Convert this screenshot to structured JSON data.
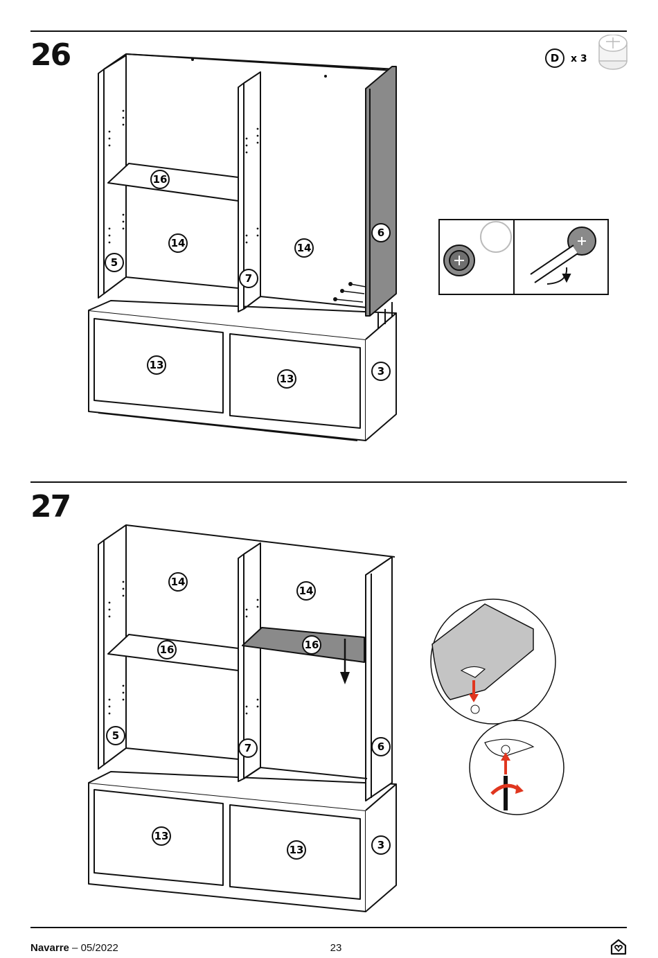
{
  "steps": [
    {
      "number": "26",
      "hardware": {
        "code": "D",
        "quantity": "x 3"
      },
      "part_labels": [
        "16",
        "14",
        "14",
        "5",
        "7",
        "6",
        "13",
        "13",
        "3"
      ]
    },
    {
      "number": "27",
      "part_labels": [
        "14",
        "14",
        "16",
        "16",
        "5",
        "7",
        "6",
        "13",
        "13",
        "3"
      ]
    }
  ],
  "footer": {
    "product": "Navarre",
    "separator": " – ",
    "date": "05/2022",
    "page_number": "23"
  },
  "colors": {
    "ink": "#111111",
    "panel_gray": "#8a8a8a",
    "arrow_red": "#e0361f",
    "detail_gray": "#bdbdbd"
  },
  "icons": [
    "cam-lock-icon",
    "screwdriver-icon",
    "home-heart-icon"
  ]
}
